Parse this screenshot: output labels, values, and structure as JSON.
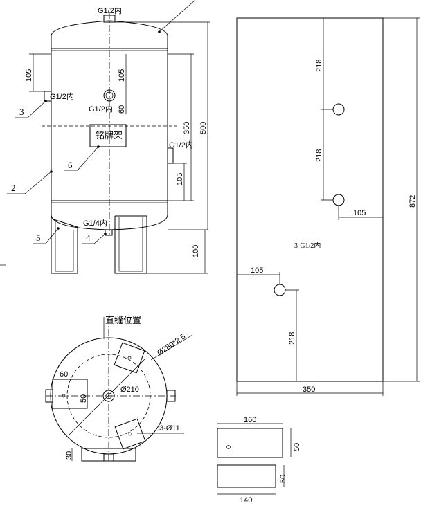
{
  "front_view": {
    "top_port": "G1/2内",
    "side_port_left": "G1/2内",
    "center_port": "G1/2内",
    "right_port": "G1/2内",
    "bottom_port": "G1/4内",
    "nameplate": "铭牌架",
    "callouts": [
      "2",
      "3",
      "4",
      "5",
      "6"
    ],
    "dim_105_left": "105",
    "dim_105_center": "105",
    "dim_60": "60",
    "dim_350": "350",
    "dim_105_right": "105",
    "dim_500": "500",
    "dim_100": "100"
  },
  "plate": {
    "dim_218_top": "218",
    "dim_218_mid": "218",
    "dim_105_right": "105",
    "holes_label": "3-G1/2内",
    "dim_105_left": "105",
    "dim_218_bottom": "218",
    "dim_350": "350",
    "dim_872": "872"
  },
  "top_view": {
    "seam_label": "直缝位置",
    "dim_diameter_outer": "Ø280*2.5",
    "dim_60": "60",
    "dim_50": "50",
    "dim_diameter_inner": "Ø210",
    "dim_holes": "3-Ø11",
    "dim_30": "30"
  },
  "foot_details": {
    "upper_width": "160",
    "upper_height": "50",
    "lower_height": "50",
    "lower_width": "140"
  }
}
